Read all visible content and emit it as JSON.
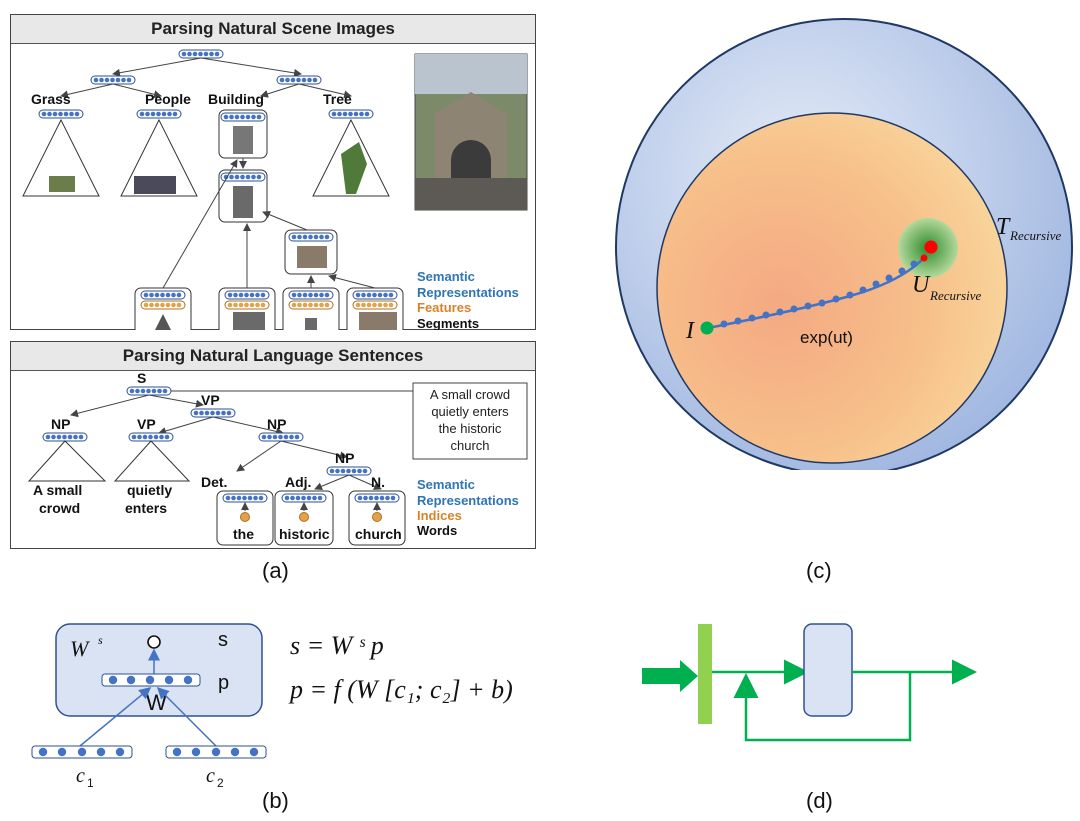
{
  "panel_a": {
    "scene": {
      "title": "Parsing Natural Scene Images",
      "labels": [
        "Grass",
        "People",
        "Building",
        "Tree"
      ],
      "legend": [
        "Semantic",
        "Representations",
        "Features",
        "Segments"
      ]
    },
    "language": {
      "title": "Parsing Natural Language Sentences",
      "tags": [
        "S",
        "VP",
        "NP",
        "VP",
        "NP",
        "NP",
        "Det.",
        "Adj.",
        "N."
      ],
      "phrases": [
        "A small",
        "crowd",
        "quietly",
        "enters"
      ],
      "words": [
        "the",
        "historic",
        "church"
      ],
      "sentence": [
        "A small crowd",
        "quietly enters",
        "the historic",
        "church"
      ],
      "legend": [
        "Semantic",
        "Representations",
        "Indices",
        "Words"
      ]
    },
    "caption": "(a)"
  },
  "panel_b": {
    "labels": {
      "ws": "W",
      "ws_sup": "s",
      "s": "s",
      "p": "p",
      "w": "W",
      "c1": "c",
      "c1_sub": "1",
      "c2": "c",
      "c2_sub": "2"
    },
    "eq1": "s = W ˢ p",
    "eq2": "p = f (W [c₁; c₂] + b)",
    "caption": "(b)"
  },
  "panel_c": {
    "labels": {
      "t": "T",
      "t_sub": "Recursive",
      "u": "U",
      "u_sub": "Recursive",
      "i": "I",
      "exp": "exp(ut)"
    },
    "caption": "(c)"
  },
  "panel_d": {
    "caption": "(d)"
  },
  "colors": {
    "node_blue": "#4472c4",
    "orange": "#d9822b",
    "green": "#00b050",
    "lightgreen": "#92d050",
    "box": "#dae3f3"
  }
}
